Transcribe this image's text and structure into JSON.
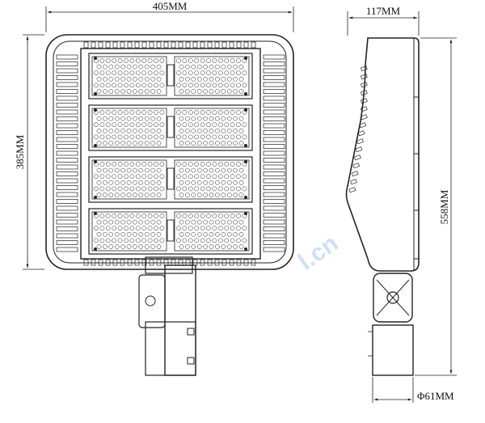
{
  "dimensions": {
    "front_width": "405MM",
    "front_height": "385MM",
    "side_width": "117MM",
    "total_height": "558MM",
    "pole_diameter": "Φ61MM"
  },
  "watermark": {
    "text": "l.cn",
    "color": "#7aa7e6"
  },
  "front_view": {
    "led_module_count": 4
  }
}
